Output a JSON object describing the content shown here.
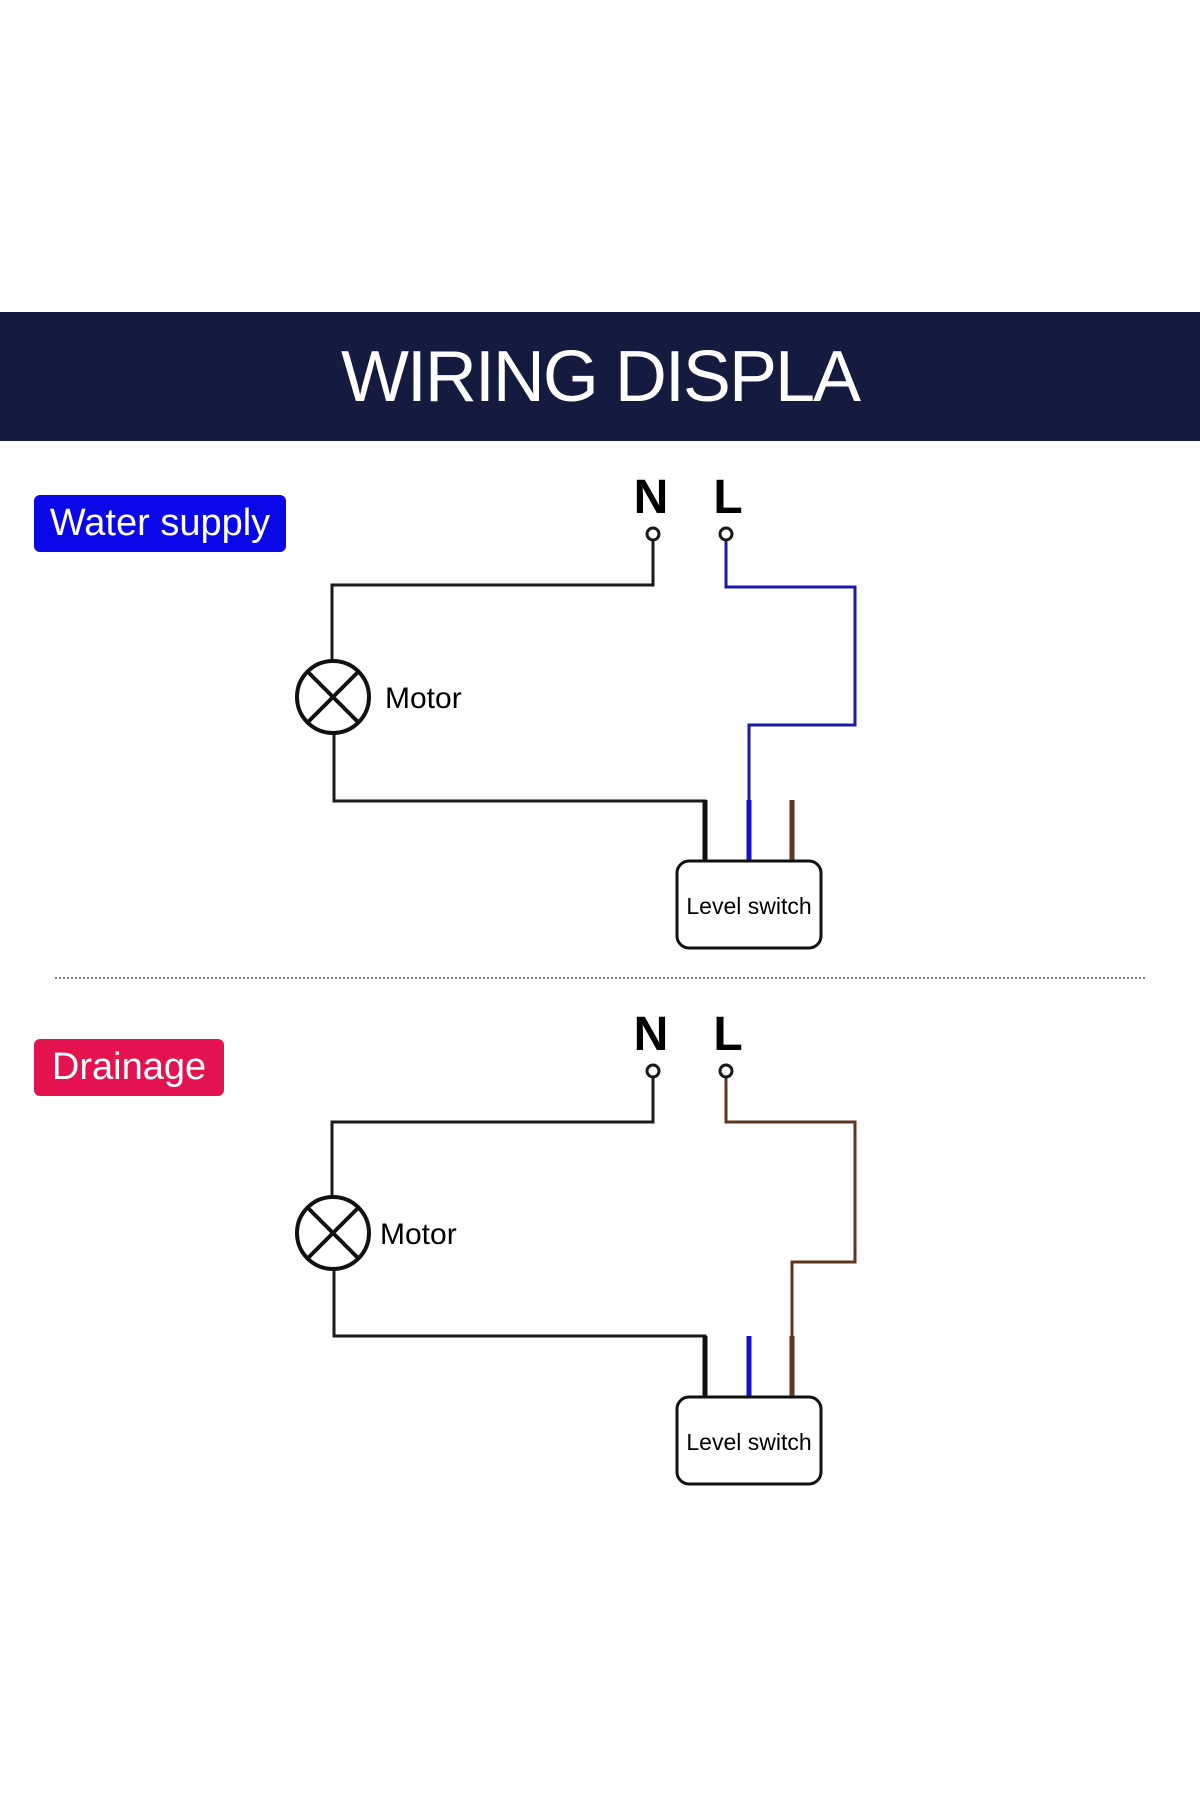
{
  "header": {
    "title": "WIRING DISPLA"
  },
  "sections": [
    {
      "tag": "Water supply",
      "tag_color": "#0a08e8",
      "terminal_n": "N",
      "terminal_l": "L",
      "motor_label": "Motor",
      "switch_label": "Level switch",
      "live_wire_color": "#1a1aa6"
    },
    {
      "tag": "Drainage",
      "tag_color": "#e4134f",
      "terminal_n": "N",
      "terminal_l": "L",
      "motor_label": "Motor",
      "switch_label": "Level switch",
      "live_wire_color": "#5b3722"
    }
  ],
  "colors": {
    "neutral_wire": "#1a1a1a",
    "blue_lead": "#1212c8",
    "brown_lead": "#5b3722",
    "black_lead": "#111111",
    "banner_bg": "#151a3f"
  }
}
